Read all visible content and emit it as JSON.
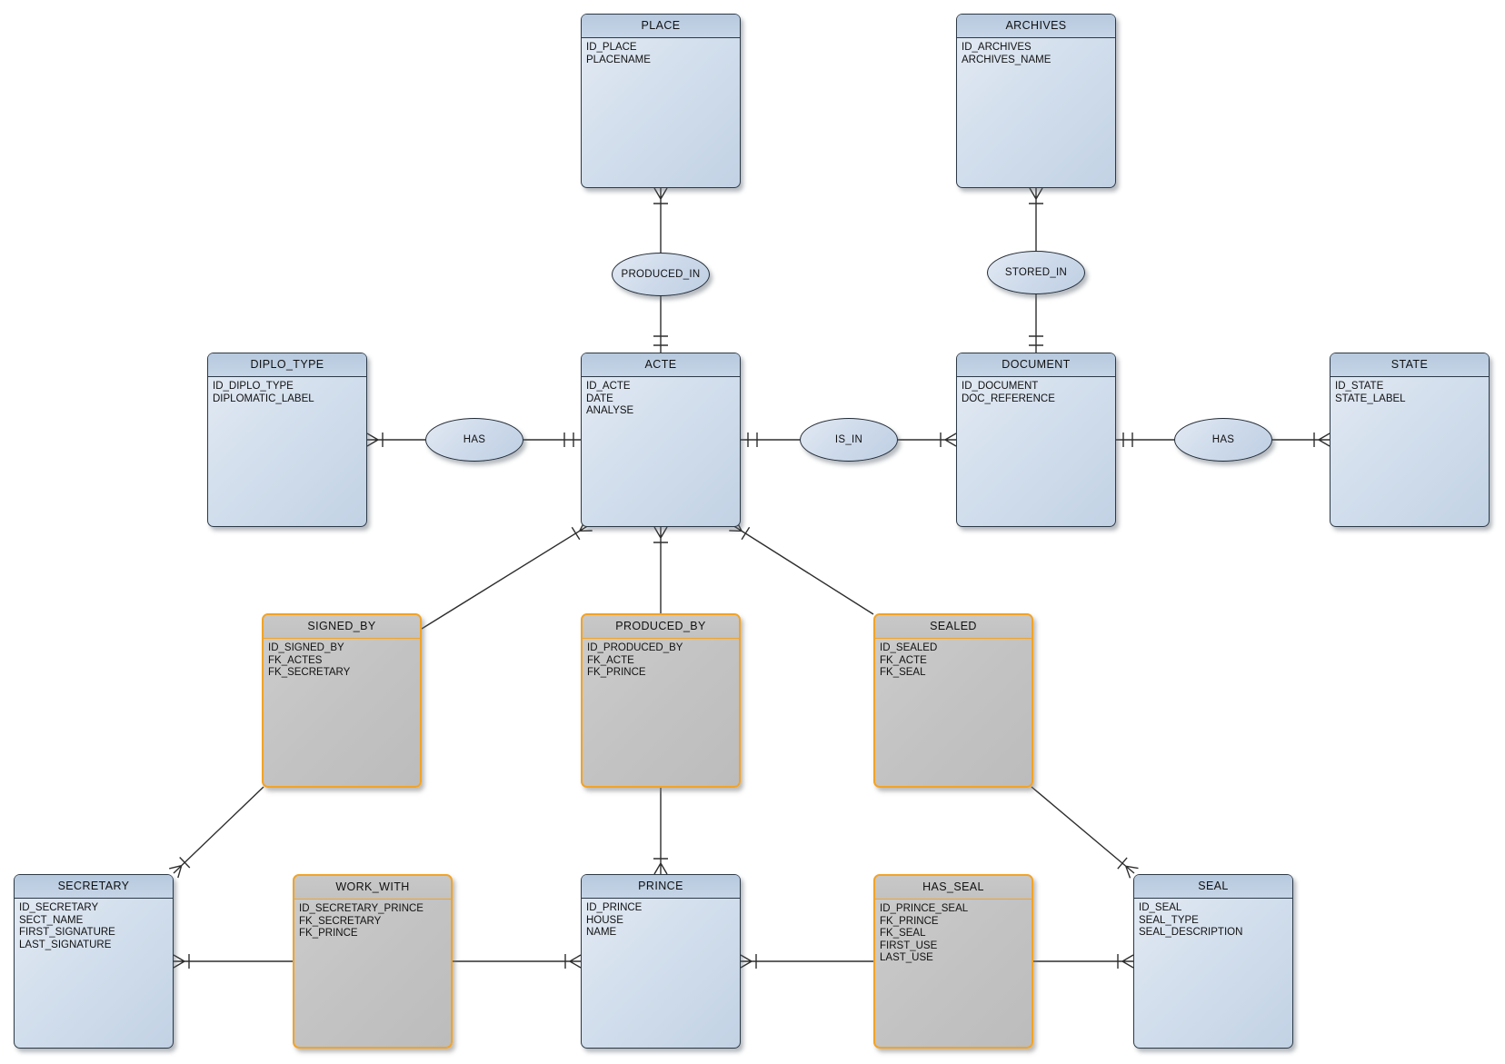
{
  "diagram": {
    "title": "",
    "colors": {
      "entity_header_fill": "#BCCDE1",
      "entity_body_fill": "#D7E1EE",
      "entity_border": "#2C3946",
      "junction_fill": "#C3C3C3",
      "junction_border": "#F2A327",
      "relationship_fill": "#CCD9EA",
      "connector_line": "#2E2E2E",
      "background": "#FFFFFF"
    },
    "entities": {
      "place": {
        "title": "PLACE",
        "attributes": [
          "ID_PLACE",
          "PLACENAME"
        ]
      },
      "archives": {
        "title": "ARCHIVES",
        "attributes": [
          "ID_ARCHIVES",
          "ARCHIVES_NAME"
        ]
      },
      "diplo_type": {
        "title": "DIPLO_TYPE",
        "attributes": [
          "ID_DIPLO_TYPE",
          "DIPLOMATIC_LABEL"
        ]
      },
      "acte": {
        "title": "ACTE",
        "attributes": [
          "ID_ACTE",
          "DATE",
          "ANALYSE"
        ]
      },
      "document": {
        "title": "DOCUMENT",
        "attributes": [
          "ID_DOCUMENT",
          "DOC_REFERENCE"
        ]
      },
      "state": {
        "title": "STATE",
        "attributes": [
          "ID_STATE",
          "STATE_LABEL"
        ]
      },
      "signed_by": {
        "title": "SIGNED_BY",
        "attributes": [
          "ID_SIGNED_BY",
          "FK_ACTES",
          "FK_SECRETARY"
        ]
      },
      "produced_by": {
        "title": "PRODUCED_BY",
        "attributes": [
          "ID_PRODUCED_BY",
          "FK_ACTE",
          "FK_PRINCE"
        ]
      },
      "sealed": {
        "title": "SEALED",
        "attributes": [
          "ID_SEALED",
          "FK_ACTE",
          "FK_SEAL"
        ]
      },
      "secretary": {
        "title": "SECRETARY",
        "attributes": [
          "ID_SECRETARY",
          "SECT_NAME",
          "FIRST_SIGNATURE",
          "LAST_SIGNATURE"
        ]
      },
      "work_with": {
        "title": "WORK_WITH",
        "attributes": [
          "ID_SECRETARY_PRINCE",
          "FK_SECRETARY",
          "FK_PRINCE"
        ]
      },
      "prince": {
        "title": "PRINCE",
        "attributes": [
          "ID_PRINCE",
          "HOUSE",
          "NAME"
        ]
      },
      "has_seal": {
        "title": "HAS_SEAL",
        "attributes": [
          "ID_PRINCE_SEAL",
          "FK_PRINCE",
          "FK_SEAL",
          "FIRST_USE",
          "LAST_USE"
        ]
      },
      "seal": {
        "title": "SEAL",
        "attributes": [
          "ID_SEAL",
          "SEAL_TYPE",
          "SEAL_DESCRIPTION"
        ]
      }
    },
    "relationships": {
      "produced_in": {
        "label": "PRODUCED_IN"
      },
      "stored_in": {
        "label": "STORED_IN"
      },
      "has_diplo": {
        "label": "HAS"
      },
      "is_in": {
        "label": "IS_IN"
      },
      "has_state": {
        "label": "HAS"
      }
    },
    "connections": [
      {
        "id": "place-produced_in",
        "from": "place",
        "to": "produced_in",
        "from_end": "many",
        "to_end": "none"
      },
      {
        "id": "produced_in-acte",
        "from": "produced_in",
        "to": "acte",
        "from_end": "none",
        "to_end": "one"
      },
      {
        "id": "archives-stored_in",
        "from": "archives",
        "to": "stored_in",
        "from_end": "many",
        "to_end": "none"
      },
      {
        "id": "stored_in-document",
        "from": "stored_in",
        "to": "document",
        "from_end": "none",
        "to_end": "one"
      },
      {
        "id": "diplo_type-has",
        "from": "diplo_type",
        "to": "has_diplo",
        "from_end": "many",
        "to_end": "none"
      },
      {
        "id": "has-acte",
        "from": "has_diplo",
        "to": "acte",
        "from_end": "none",
        "to_end": "one"
      },
      {
        "id": "acte-is_in",
        "from": "acte",
        "to": "is_in",
        "from_end": "one",
        "to_end": "none"
      },
      {
        "id": "is_in-document",
        "from": "is_in",
        "to": "document",
        "from_end": "none",
        "to_end": "many"
      },
      {
        "id": "document-has",
        "from": "document",
        "to": "has_state",
        "from_end": "one",
        "to_end": "none"
      },
      {
        "id": "has-state",
        "from": "has_state",
        "to": "state",
        "from_end": "none",
        "to_end": "many"
      },
      {
        "id": "acte-signed_by",
        "from": "acte",
        "to": "signed_by",
        "from_end": "many",
        "to_end": "none"
      },
      {
        "id": "acte-produced_by",
        "from": "acte",
        "to": "produced_by",
        "from_end": "many",
        "to_end": "none"
      },
      {
        "id": "acte-sealed",
        "from": "acte",
        "to": "sealed",
        "from_end": "many",
        "to_end": "none"
      },
      {
        "id": "signed_by-secretary",
        "from": "signed_by",
        "to": "secretary",
        "from_end": "none",
        "to_end": "many"
      },
      {
        "id": "produced_by-prince",
        "from": "produced_by",
        "to": "prince",
        "from_end": "none",
        "to_end": "many"
      },
      {
        "id": "sealed-seal",
        "from": "sealed",
        "to": "seal",
        "from_end": "none",
        "to_end": "many"
      },
      {
        "id": "secretary-work_with",
        "from": "secretary",
        "to": "work_with",
        "from_end": "many",
        "to_end": "none"
      },
      {
        "id": "work_with-prince",
        "from": "work_with",
        "to": "prince",
        "from_end": "none",
        "to_end": "many"
      },
      {
        "id": "prince-has_seal",
        "from": "prince",
        "to": "has_seal",
        "from_end": "many",
        "to_end": "none"
      },
      {
        "id": "has_seal-seal",
        "from": "has_seal",
        "to": "seal",
        "from_end": "none",
        "to_end": "many"
      }
    ]
  }
}
